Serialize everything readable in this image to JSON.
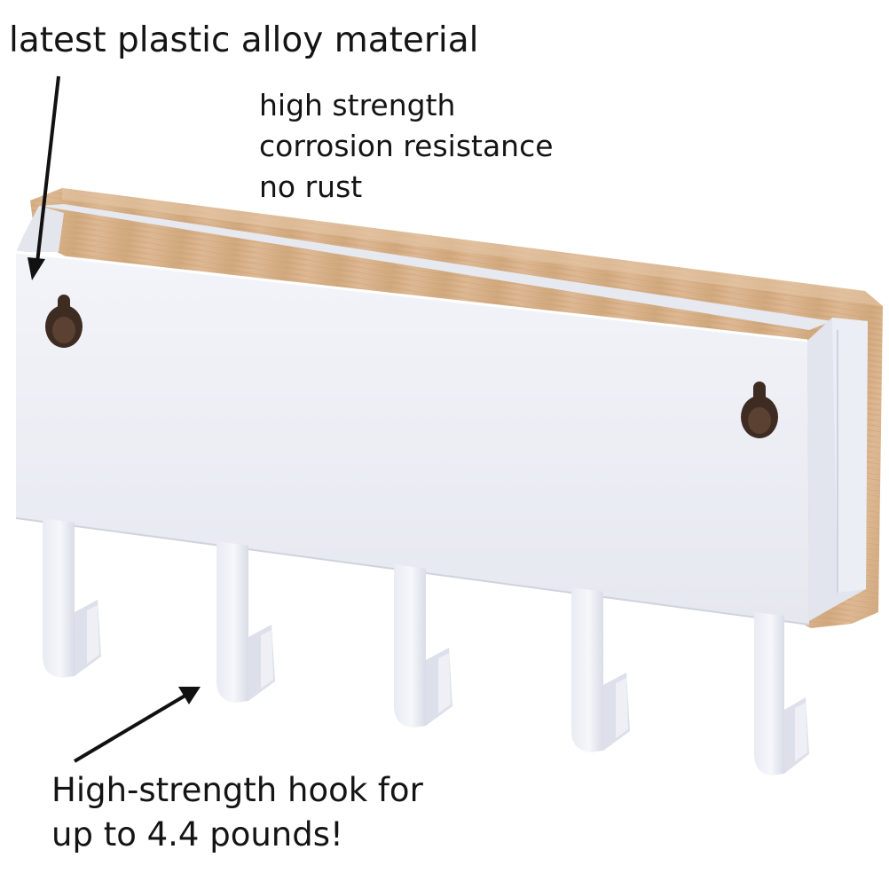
{
  "labels": {
    "material": "latest plastic alloy material",
    "features": [
      "high strength",
      "corrosion resistance",
      "no rust"
    ],
    "hook_lines": [
      "High-strength hook for",
      "up to 4.4 pounds!"
    ]
  },
  "colors": {
    "background": "#ffffff",
    "plastic_front": "#eef0f6",
    "plastic_shade": "#dfe2ec",
    "wood": "#d9b48c",
    "keyhole": "#3b2a22",
    "arrow": "#111111"
  },
  "icons": [
    "keyhole-icon",
    "arrow-icon"
  ]
}
